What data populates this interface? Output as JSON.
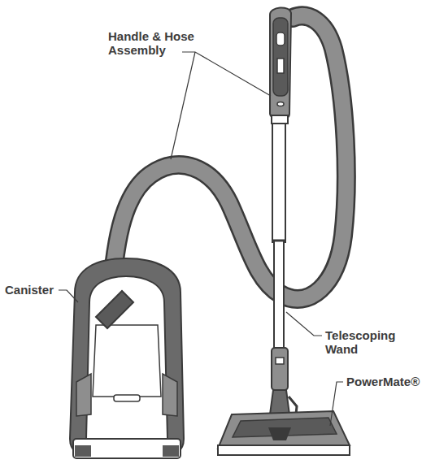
{
  "diagram": {
    "labels": [
      "Handle & Hose Assembly",
      "Canister",
      "Telescoping Wand",
      "PowerMate®"
    ]
  }
}
